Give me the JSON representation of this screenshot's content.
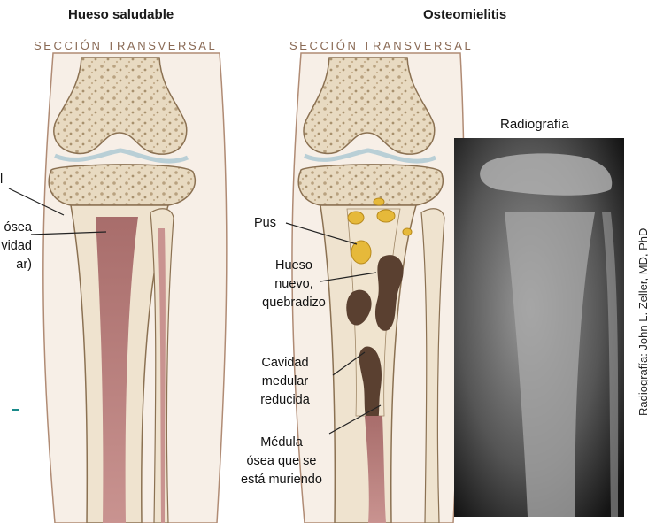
{
  "healthy": {
    "title": "Hueso saludable",
    "section": "SECCIÓN TRANSVERSAL",
    "labels": {
      "cortical_fragment": "l",
      "marrow_line1": "ósea",
      "marrow_line2": "vidad",
      "marrow_line3": "ar)"
    }
  },
  "osteo": {
    "title": "Osteomielitis",
    "section": "SECCIÓN TRANSVERSAL",
    "labels": {
      "pus": "Pus",
      "new_bone": [
        "Hueso",
        "nuevo,",
        "quebradizo"
      ],
      "reduced_cavity": [
        "Cavidad",
        "medular",
        "reducida"
      ],
      "dying_marrow": [
        "Médula",
        "ósea que se",
        "está muriendo"
      ]
    }
  },
  "xray": {
    "title": "Radiografía",
    "credit": "Radiografía: John L. Zeller, MD, PhD"
  },
  "colors": {
    "marrow": "#b07a78",
    "cortex": "#efe3cf",
    "epiphysis": "#e8d8bd",
    "cartilage": "#b9cfd6",
    "skin_outline": "#b08b74",
    "pus": "#e6b93a",
    "cavity": "#5a4030",
    "accent": "#1a8a8a"
  }
}
